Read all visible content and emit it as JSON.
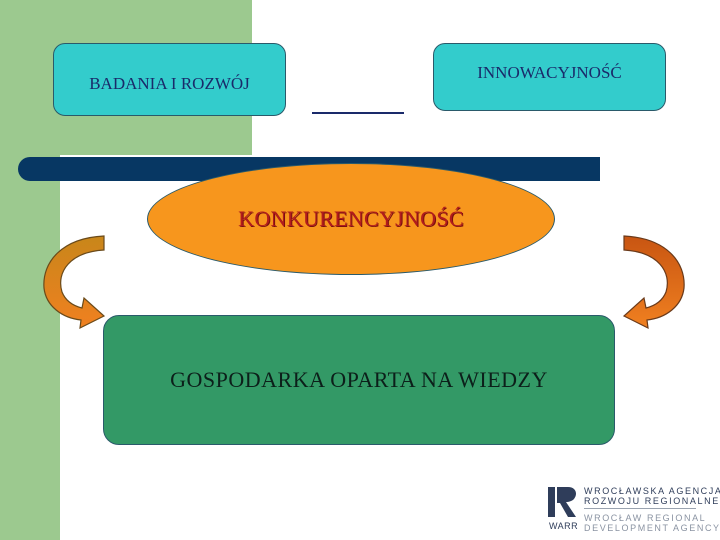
{
  "diagram": {
    "top_left_label": "BADANIA I ROZWÓJ",
    "top_right_label": "INNOWACYJNOŚĆ",
    "center_label": "KONKURENCYJNOŚĆ",
    "bottom_label": "GOSPODARKA OPARTA NA WIEDZY"
  },
  "logo": {
    "line1": "WROCŁAWSKA AGENCJA",
    "line2": "ROZWOJU REGIONALNEGO SA",
    "line3": "WROCŁAW REGIONAL",
    "line4": "DEVELOPMENT AGENCY",
    "mark_text": "WARR"
  },
  "colors": {
    "side_strip": "#9cc98f",
    "top_boxes": "#33cccc",
    "bar": "#073763",
    "ellipse": "#f7961d",
    "center_text": "#b21c1c",
    "bottom_box": "#339966"
  },
  "icons": [
    "curved-arrow-left-icon",
    "curved-arrow-right-icon",
    "warr-logo-icon"
  ]
}
